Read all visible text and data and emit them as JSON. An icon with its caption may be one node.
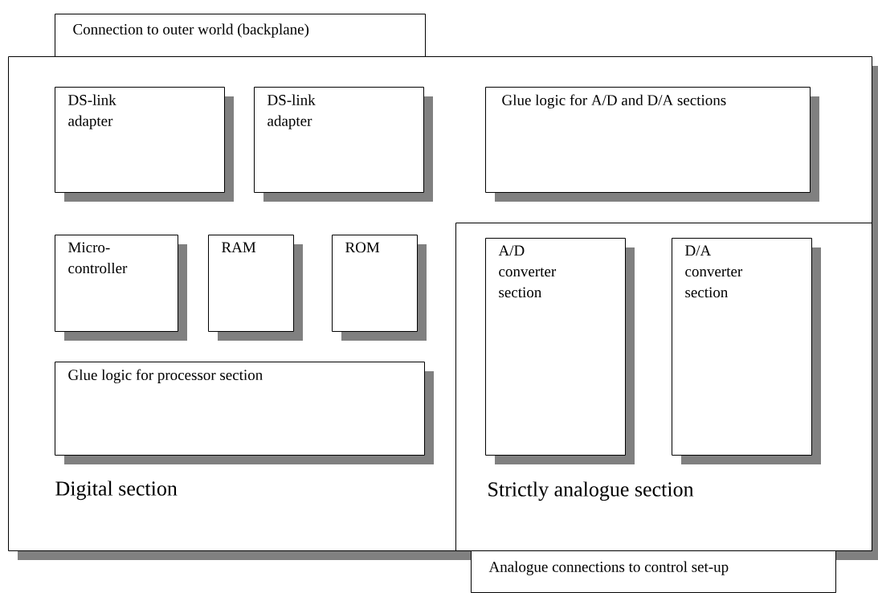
{
  "diagram": {
    "nodes": [
      {
        "text": [
          "Digital section"
        ]
      },
      {
        "text": [
          "Connection to outer world (backplane)"
        ]
      },
      {
        "text": [
          "DS-link adapter"
        ],
        "in": 0
      },
      {
        "text": [
          "DS-link adapter"
        ],
        "in": 0
      },
      {
        "text": [
          "Glue logic for A/D and D/A sections"
        ],
        "in": 0
      },
      {
        "text": [
          "Micro-controller"
        ],
        "in": 0
      },
      {
        "text": [
          "RAM"
        ],
        "in": 0
      },
      {
        "text": [
          "ROM"
        ],
        "in": 0
      },
      {
        "text": [
          "Strictly analogue section"
        ],
        "in": 0
      },
      {
        "text": [
          "A/D converter section"
        ],
        "in": 8
      },
      {
        "text": [
          "D/A converter section"
        ],
        "in": 8
      },
      {
        "text": [
          "Glue logic for processor section"
        ],
        "in": 0
      },
      {
        "text": [
          "Analogue connections to control set-up"
        ]
      }
    ]
  }
}
